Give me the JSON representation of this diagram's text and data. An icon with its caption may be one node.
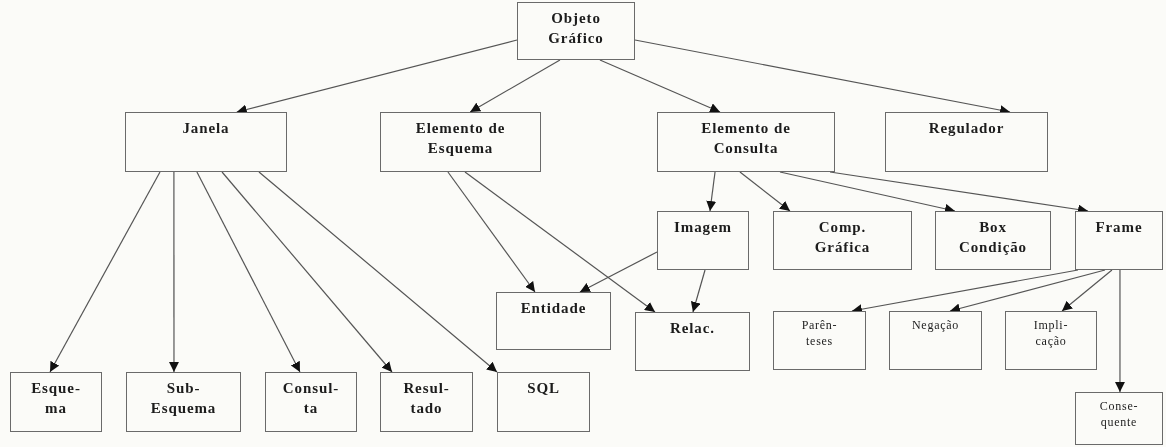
{
  "diagram": {
    "nodes": [
      {
        "text": [
          "Objeto Gráfico"
        ]
      },
      {
        "text": [
          "Janela"
        ]
      },
      {
        "text": [
          "Elemento de Esquema"
        ]
      },
      {
        "text": [
          "Elemento de Consulta"
        ]
      },
      {
        "text": [
          "Regulador"
        ]
      },
      {
        "text": [
          "Imagem"
        ]
      },
      {
        "text": [
          "Comp. Gráfica"
        ]
      },
      {
        "text": [
          "Box Condição"
        ]
      },
      {
        "text": [
          "Frame"
        ]
      },
      {
        "text": [
          "Entidade"
        ]
      },
      {
        "text": [
          "Relac."
        ]
      },
      {
        "text": [
          "Parên- teses"
        ]
      },
      {
        "text": [
          "Negação"
        ]
      },
      {
        "text": [
          "Impli- cação"
        ]
      },
      {
        "text": [
          "Esque- ma"
        ]
      },
      {
        "text": [
          "Sub- Esquema"
        ]
      },
      {
        "text": [
          "Consul- ta"
        ]
      },
      {
        "text": [
          "Resul- tado"
        ]
      },
      {
        "text": [
          "SQL"
        ]
      },
      {
        "text": [
          "Conse- quente"
        ]
      }
    ],
    "edges": [
      {
        "from": 0,
        "to": 1,
        "arrow": "to"
      },
      {
        "from": 0,
        "to": 2,
        "arrow": "to"
      },
      {
        "from": 0,
        "to": 3,
        "arrow": "to"
      },
      {
        "from": 0,
        "to": 4,
        "arrow": "to"
      },
      {
        "from": 1,
        "to": 14,
        "arrow": "to"
      },
      {
        "from": 1,
        "to": 15,
        "arrow": "to"
      },
      {
        "from": 1,
        "to": 16,
        "arrow": "to"
      },
      {
        "from": 1,
        "to": 17,
        "arrow": "to"
      },
      {
        "from": 1,
        "to": 18,
        "arrow": "to"
      },
      {
        "from": 2,
        "to": 9,
        "arrow": "to"
      },
      {
        "from": 2,
        "to": 10,
        "arrow": "to"
      },
      {
        "from": 3,
        "to": 5,
        "arrow": "to"
      },
      {
        "from": 3,
        "to": 6,
        "arrow": "to"
      },
      {
        "from": 3,
        "to": 7,
        "arrow": "to"
      },
      {
        "from": 3,
        "to": 8,
        "arrow": "to"
      },
      {
        "from": 5,
        "to": 9,
        "arrow": "to"
      },
      {
        "from": 5,
        "to": 10,
        "arrow": "to"
      },
      {
        "from": 8,
        "to": 11,
        "arrow": "to"
      },
      {
        "from": 8,
        "to": 12,
        "arrow": "to"
      },
      {
        "from": 8,
        "to": 13,
        "arrow": "to"
      },
      {
        "from": 8,
        "to": 19,
        "arrow": "to"
      }
    ]
  }
}
